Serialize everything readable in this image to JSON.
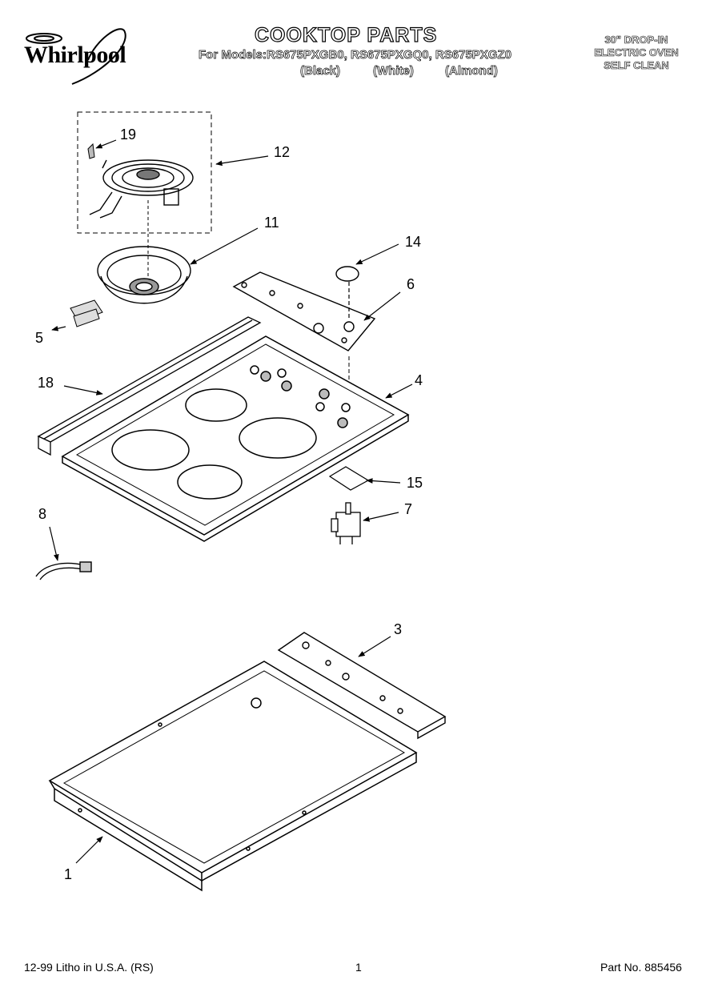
{
  "header": {
    "brand": "Whirlpool",
    "title": "COOKTOP PARTS",
    "models_line": "For Models:RS675PXGB0, RS675PXGQ0, RS675PXGZ0",
    "variants": [
      "(Black)",
      "(White)",
      "(Almond)"
    ],
    "oven_type": [
      "30\" DROP-IN",
      "ELECTRIC OVEN",
      "SELF CLEAN"
    ]
  },
  "callouts": {
    "c19": "19",
    "c12": "12",
    "c11": "11",
    "c14": "14",
    "c6": "6",
    "c5": "5",
    "c18": "18",
    "c4": "4",
    "c15": "15",
    "c7": "7",
    "c8": "8",
    "c3": "3",
    "c1": "1"
  },
  "footer": {
    "left": "12-99 Litho in U.S.A. (RS)",
    "center": "1",
    "right": "Part No. 885456"
  }
}
